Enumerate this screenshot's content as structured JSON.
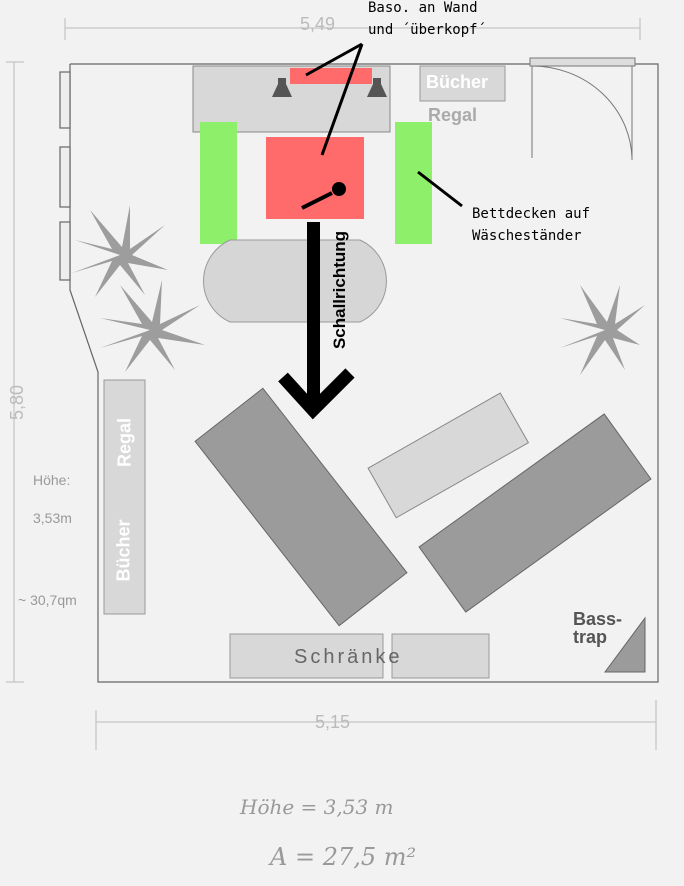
{
  "dimensions": {
    "top_width": "5,49",
    "left_height": "5,80",
    "bottom_width": "5,15"
  },
  "annotations": {
    "speakers_line1": "Baso. an Wand",
    "speakers_line2": "und ´überkopf´",
    "blankets_line1": "Bettdecken auf",
    "blankets_line2": "Wäscheständer",
    "sound_direction": "Schallrichtung"
  },
  "furniture": {
    "shelf_top_word1": "Bücher",
    "shelf_top_word2": "Regal",
    "shelf_left_word1": "Regal",
    "shelf_left_word2": "Bücher",
    "cabinets": "Schränke",
    "basstrap_line1": "Bass-",
    "basstrap_line2": "trap"
  },
  "room_info": {
    "height_label": "Höhe:",
    "height_value": "3,53m",
    "area": "~ 30,7qm"
  },
  "handwritten": {
    "height": "Höhe  =  3,53 m",
    "area": "A  =  27,5 m²"
  },
  "colors": {
    "absorber": "#ff6b6b",
    "blanket": "#8ef06a",
    "furniture": "#9b9b9b",
    "light_furniture": "#d8d8d8"
  }
}
